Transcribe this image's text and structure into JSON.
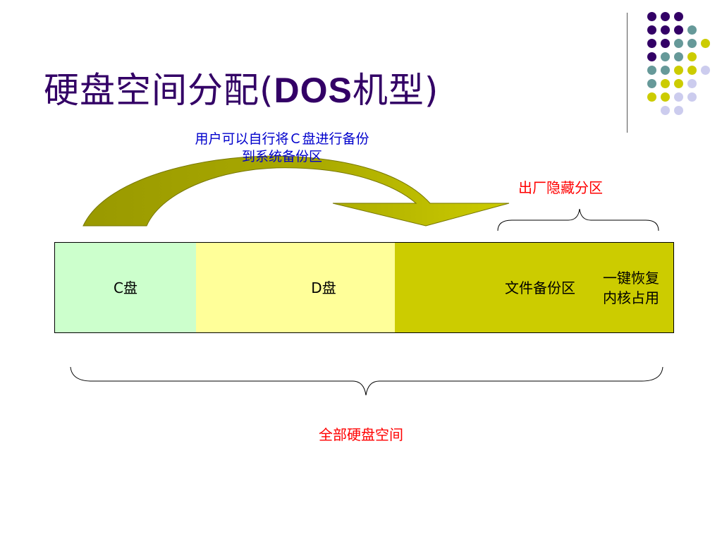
{
  "title": {
    "prefix": "硬盘空间分配(",
    "latin": "DOS",
    "suffix": "机型)"
  },
  "notes": {
    "user_backup_line1": "用户可以自行将Ｃ盘进行备份",
    "user_backup_line2": "到系统备份区",
    "factory_hidden": "出厂隐藏分区",
    "whole_disk": "全部硬盘空间"
  },
  "partitions": {
    "c_drive": "C盘",
    "d_drive": "D盘",
    "free": "",
    "backup_area": "文件备份区",
    "recovery_line1": "一键恢复",
    "recovery_line2": "内核占用"
  },
  "colors": {
    "title": "#330066",
    "c_fill": "#ccffcc",
    "d_fill": "#ffff99",
    "hidden_fill": "#cccc00",
    "arrow_dark": "#999900",
    "arrow_light": "#cccc00",
    "note_blue": "#0000cc",
    "note_red": "#ff0000",
    "dot_purple": "#330066",
    "dot_teal": "#669999",
    "dot_yellow": "#cccc00",
    "dot_lavender": "#ccccee"
  },
  "decoration_dots": [
    [
      "purple",
      "purple",
      "purple"
    ],
    [
      "purple",
      "purple",
      "purple",
      "teal"
    ],
    [
      "purple",
      "purple",
      "teal",
      "teal",
      "yellow"
    ],
    [
      "purple",
      "teal",
      "teal",
      "yellow"
    ],
    [
      "teal",
      "teal",
      "yellow",
      "yellow",
      "lavender"
    ],
    [
      "teal",
      "yellow",
      "yellow",
      "lavender"
    ],
    [
      "yellow",
      "yellow",
      "lavender",
      "lavender"
    ],
    [
      "lavender",
      "lavender"
    ]
  ]
}
